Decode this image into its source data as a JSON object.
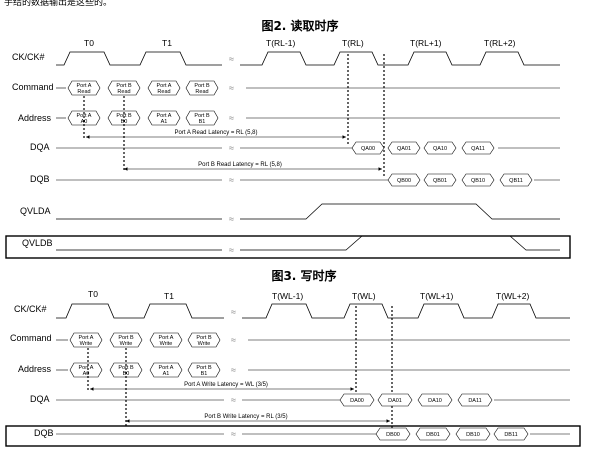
{
  "top_snippet": "手结的数据输出是这些的。",
  "figure_read": {
    "title": "图2.  读取时序",
    "clock_labels": [
      "T0",
      "T1",
      "T(RL-1)",
      "T(RL)",
      "T(RL+1)",
      "T(RL+2)"
    ],
    "signals": [
      "CK/CK#",
      "Command",
      "Address",
      "DQA",
      "DQB",
      "QVLDA",
      "QVLDB"
    ],
    "command_cells": [
      [
        "Port A",
        "Read"
      ],
      [
        "Port B",
        "Read"
      ],
      [
        "Port A",
        "Read"
      ],
      [
        "Port B",
        "Read"
      ]
    ],
    "address_cells": [
      [
        "Port A",
        "A0"
      ],
      [
        "Port B",
        "B0"
      ],
      [
        "Port A",
        "A1"
      ],
      [
        "Port B",
        "B1"
      ]
    ],
    "latency_a": "Port A Read Latency  = RL (5,8)",
    "latency_b": "Port B Read Latency  = RL (5,8)",
    "dqa_cells": [
      "QA00",
      "QA01",
      "QA10",
      "QA11"
    ],
    "dqb_cells": [
      "QB00",
      "QB01",
      "QB10",
      "QB11"
    ]
  },
  "figure_write": {
    "title": "图3.  写时序",
    "clock_labels": [
      "T0",
      "T1",
      "T(WL-1)",
      "T(WL)",
      "T(WL+1)",
      "T(WL+2)"
    ],
    "signals": [
      "CK/CK#",
      "Command",
      "Address",
      "DQA",
      "DQB"
    ],
    "command_cells": [
      [
        "Port A",
        "Write"
      ],
      [
        "Port B",
        "Write"
      ],
      [
        "Port A",
        "Write"
      ],
      [
        "Port B",
        "Write"
      ]
    ],
    "address_cells": [
      [
        "Port A",
        "A0"
      ],
      [
        "Port B",
        "B0"
      ],
      [
        "Port A",
        "A1"
      ],
      [
        "Port B",
        "B1"
      ]
    ],
    "latency_a": "Port A Write Latency  = WL (3/5)",
    "latency_b": "Port B Write Latency  = RL (3/5)",
    "dqa_cells": [
      "DA00",
      "DA01",
      "DA10",
      "DA11"
    ],
    "dqb_cells": [
      "DB00",
      "DB01",
      "DB10",
      "DB11"
    ]
  }
}
